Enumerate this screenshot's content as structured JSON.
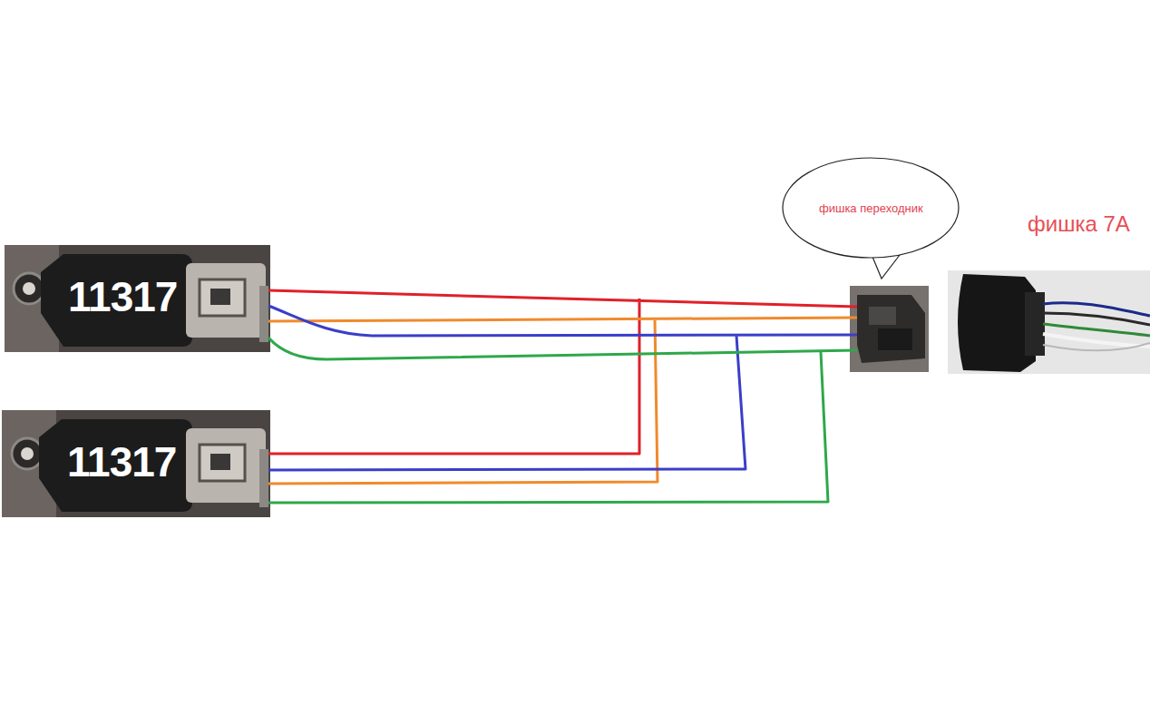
{
  "diagram": {
    "nodes": [
      {
        "text": [
          "11317"
        ]
      },
      {
        "text": [
          "11317"
        ]
      },
      {
        "text": [
          "фишка переходник"
        ]
      }
    ],
    "labels": [
      "фишка 7А"
    ]
  }
}
